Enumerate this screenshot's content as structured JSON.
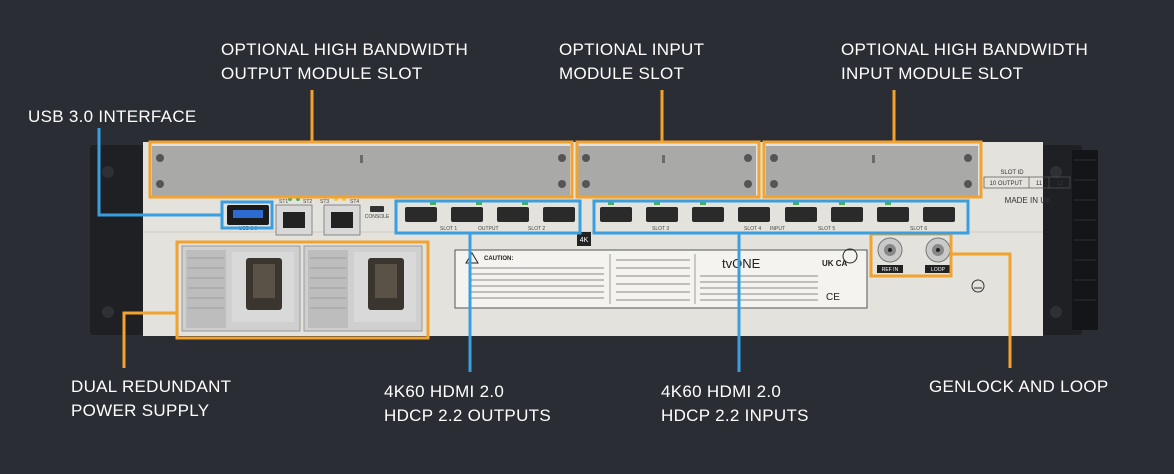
{
  "callouts": {
    "optional_hb_output": {
      "line1": "OPTIONAL HIGH BANDWIDTH",
      "line2": "OUTPUT MODULE SLOT"
    },
    "optional_input": {
      "line1": "OPTIONAL INPUT",
      "line2": "MODULE SLOT"
    },
    "optional_hb_input": {
      "line1": "OPTIONAL HIGH BANDWIDTH",
      "line2": "INPUT MODULE SLOT"
    },
    "usb": {
      "line1": "USB 3.0 INTERFACE"
    },
    "power": {
      "line1": "DUAL REDUNDANT",
      "line2": "POWER SUPPLY"
    },
    "hdmi_out": {
      "line1": "4K60 HDMI 2.0",
      "line2": "HDCP 2.2 OUTPUTS"
    },
    "hdmi_in": {
      "line1": "4K60 HDMI 2.0",
      "line2": "HDCP 2.2 INPUTS"
    },
    "genlock": {
      "line1": "GENLOCK AND LOOP"
    }
  },
  "device": {
    "slot_id_title": "SLOT ID",
    "slot_id_cells": [
      "10 OUTPUT",
      "11",
      "12"
    ],
    "made_in": "MADE IN UK",
    "brand": "tvONE",
    "ukca": "UK CA",
    "ce": "CE",
    "port_labels": {
      "usb": "USB 3.0",
      "st1": "ST1",
      "st2": "ST2",
      "st3": "ST3",
      "st4": "ST4",
      "console": "CONSOLE",
      "slot1": "SLOT 1",
      "output": "OUTPUT",
      "slot2": "SLOT 2",
      "slot3": "SLOT 3",
      "slot4": "SLOT 4",
      "input": "INPUT",
      "slot5": "SLOT 5",
      "slot6": "SLOT 6",
      "ref_in": "REF IN",
      "loop": "LOOP",
      "fourk": "4K"
    },
    "caution_title": "CAUTION:"
  },
  "colors": {
    "background": "#2a2d33",
    "accent_orange": "#f2a22e",
    "accent_blue": "#3a9fe0",
    "chassis": "#e4e2dc",
    "module_plate": "#a9aaa8"
  }
}
